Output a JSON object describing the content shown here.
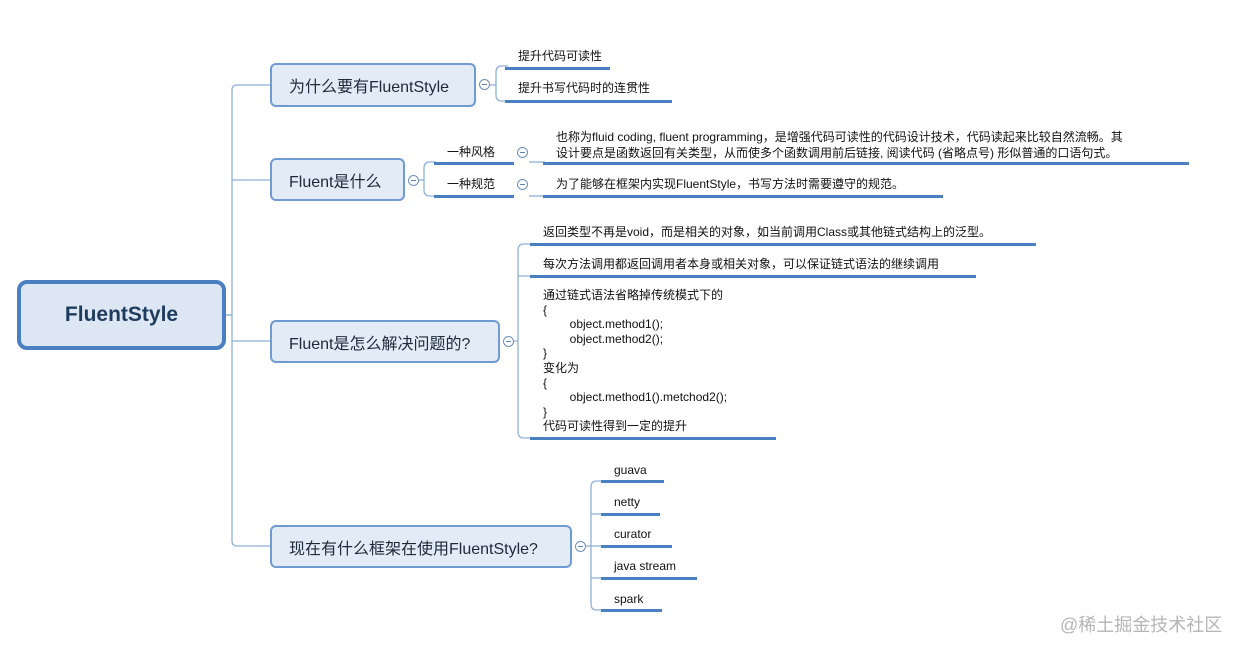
{
  "root": {
    "label": "FluentStyle"
  },
  "branches": [
    {
      "label": "为什么要有FluentStyle",
      "children": [
        "提升代码可读性",
        "提升书写代码时的连贯性"
      ]
    },
    {
      "label": "Fluent是什么",
      "children": [
        {
          "label": "一种风格",
          "children": [
            "也称为fluid coding, fluent programming，是增强代码可读性的代码设计技术，代码读起来比较自然流畅。其\n设计要点是函数返回有关类型，从而使多个函数调用前后链接, 阅读代码 (省略点号) 形似普通的口语句式。"
          ]
        },
        {
          "label": "一种规范",
          "children": [
            "为了能够在框架内实现FluentStyle，书写方法时需要遵守的规范。"
          ]
        }
      ]
    },
    {
      "label": "Fluent是怎么解决问题的?",
      "children": [
        "返回类型不再是void，而是相关的对象，如当前调用Class或其他链式结构上的泛型。",
        "每次方法调用都返回调用者本身或相关对象，可以保证链式语法的继续调用",
        "通过链式语法省略掉传统模式下的\n{\n        object.method1();\n        object.method2();\n}\n变化为\n{\n        object.method1().metchod2();\n}\n代码可读性得到一定的提升"
      ]
    },
    {
      "label": "现在有什么框架在使用FluentStyle?",
      "children": [
        "guava",
        "netty",
        "curator",
        "java stream",
        "spark"
      ]
    }
  ],
  "watermark": "@稀土掘金技术社区",
  "colors": {
    "connector": "#8fb0d6",
    "underline": "#4a7fc1",
    "branch_fill": "#e3ebf6",
    "root_border": "#4a7fc1"
  }
}
